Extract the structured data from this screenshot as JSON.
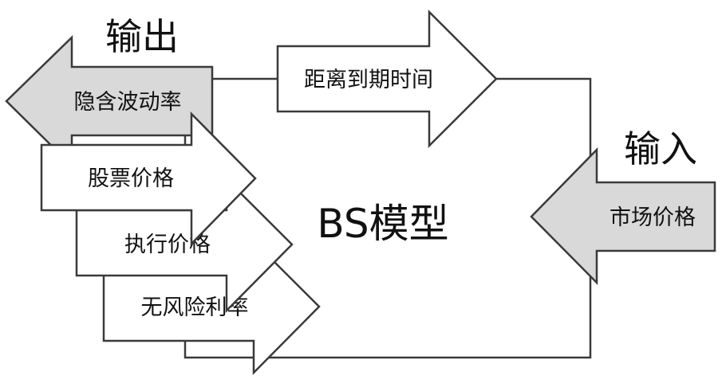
{
  "output_label": "输出",
  "input_label": "输入",
  "model_label": "BS模型",
  "arrows": {
    "time_to_expiry": "距离到期时间",
    "implied_volatility": "隐含波动率",
    "stock_price": "股票价格",
    "strike_price": "执行价格",
    "risk_free_rate": "无风险利率",
    "market_price": "市场价格"
  },
  "colors": {
    "shaded_arrow": "#d9d9d9",
    "plain_arrow": "#ffffff",
    "stroke": "#3a3a3a"
  }
}
